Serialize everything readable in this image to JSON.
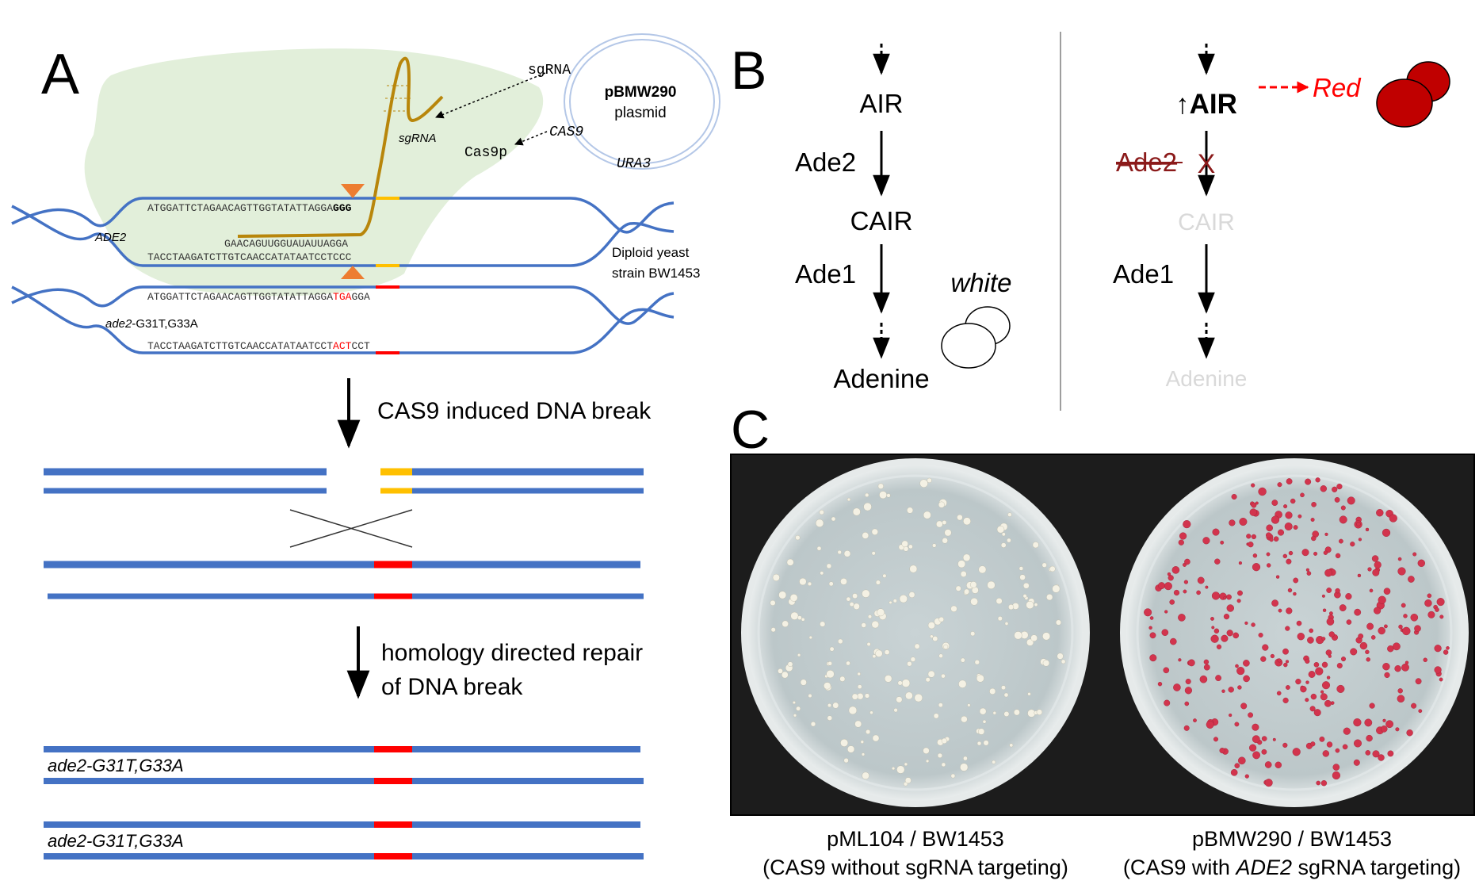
{
  "panels": {
    "a": {
      "label": "A",
      "sgrna_label": "sgRNA",
      "sgrna_italic": "sgRNA",
      "plasmid_name": "pBMW290",
      "plasmid_word": "plasmid",
      "cas9_gene": "CAS9",
      "cas9p": "Cas9p",
      "ura3": "URA3",
      "gene_label": "ADE2",
      "mutant_label_italic": "ade2",
      "mutant_label_rest": "-G31T,G33A",
      "strain_line1": "Diploid yeast",
      "strain_line2": "strain BW1453",
      "wt_top_seq": "ATGGATTCTAGAACAGTTGGTATATTAGGA",
      "wt_top_pam": "GGG",
      "guide_seq": "GAACAGUUGGUAUAUUAGGA",
      "wt_bottom_seq": "TACCTAAGATCTTGTCAACCATATAATCCT",
      "wt_bottom_pam": "CCC",
      "mut_top_a": "ATGGATTCTAGAACAGTTGGTATATTAGGA",
      "mut_top_red": "TGA",
      "mut_top_b": "GGA",
      "mut_bottom_a": "TACCTAAGATCTTGTCAACCATATAATCCT",
      "mut_bottom_red": "ACT",
      "mut_bottom_b": "CCT",
      "step1": "CAS9 induced DNA break",
      "step2_line1": "homology directed repair",
      "step2_line2": "of DNA break",
      "repaired_label1": "ade2-G31T,G33A",
      "repaired_label2": "ade2-G31T,G33A"
    },
    "b": {
      "label": "B",
      "left": {
        "air": "AIR",
        "ade2": "Ade2",
        "cair": "CAIR",
        "ade1": "Ade1",
        "adenine": "Adenine",
        "phenotype": "white"
      },
      "right": {
        "air": "AIR",
        "air_arrow": "↑",
        "ade2": "Ade2",
        "cair": "CAIR",
        "ade1": "Ade1",
        "adenine": "Adenine",
        "phenotype": "Red",
        "block_mark": "X"
      }
    },
    "c": {
      "label": "C",
      "left_caption_line1": "pML104 / BW1453",
      "left_caption_line2": "(CAS9 without sgRNA targeting)",
      "right_caption_line1": "pBMW290 / BW1453",
      "right_caption_line2_a": "(CAS9 with ",
      "right_caption_line2_italic": "ADE2",
      "right_caption_line2_b": " sgRNA targeting)"
    }
  },
  "colors": {
    "dna_blue": "#4472c4",
    "pam_yellow": "#ffc000",
    "mutation_red": "#ff0000",
    "guide_gold": "#b8860b",
    "cell_green": "#e2efda",
    "cut_orange": "#ed7d31",
    "red_colony": "#c00000",
    "blocked_text": "#8b1a1a",
    "faded_text": "#d9d9d9",
    "photo_bg": "#1c1c1c",
    "agar": "#c4ced0"
  },
  "icons": [
    "down-arrow-icon",
    "cut-site-marker-icon",
    "crossover-icon",
    "yeast-cell-icon",
    "red-yeast-cell-icon",
    "up-arrow-icon"
  ]
}
